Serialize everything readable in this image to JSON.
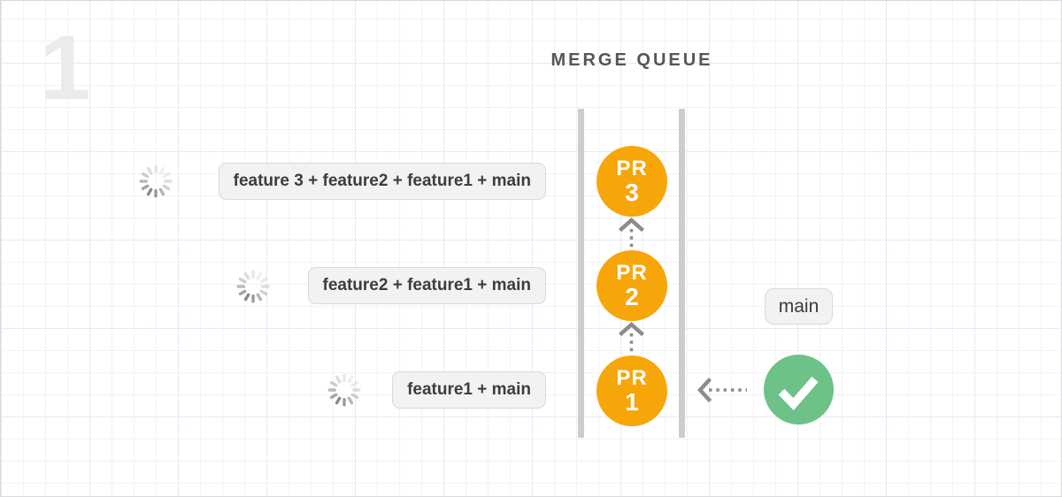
{
  "step_label": "1",
  "title": "MERGE QUEUE",
  "pending": [
    {
      "icon": "spinner-icon",
      "label": "feature 3 + feature2 + feature1 + main"
    },
    {
      "icon": "spinner-icon",
      "label": "feature2 + feature1 + main"
    },
    {
      "icon": "spinner-icon",
      "label": "feature1 + main"
    }
  ],
  "queue": {
    "items": [
      {
        "prefix": "PR",
        "number": "3"
      },
      {
        "prefix": "PR",
        "number": "2"
      },
      {
        "prefix": "PR",
        "number": "1"
      }
    ]
  },
  "branch": {
    "label": "main"
  },
  "status": {
    "icon": "checkmark-icon"
  },
  "colors": {
    "queue_item_orange": "#f7a60a",
    "success_green": "#6cc287",
    "lane_gray": "#cdcdcd",
    "arrow_gray": "#8c8c8c",
    "box_background": "#f2f2f2",
    "box_border": "#d9d9d9",
    "title_text": "#565659",
    "label_text": "#3d3d3d",
    "watermark": "#ebebee"
  }
}
